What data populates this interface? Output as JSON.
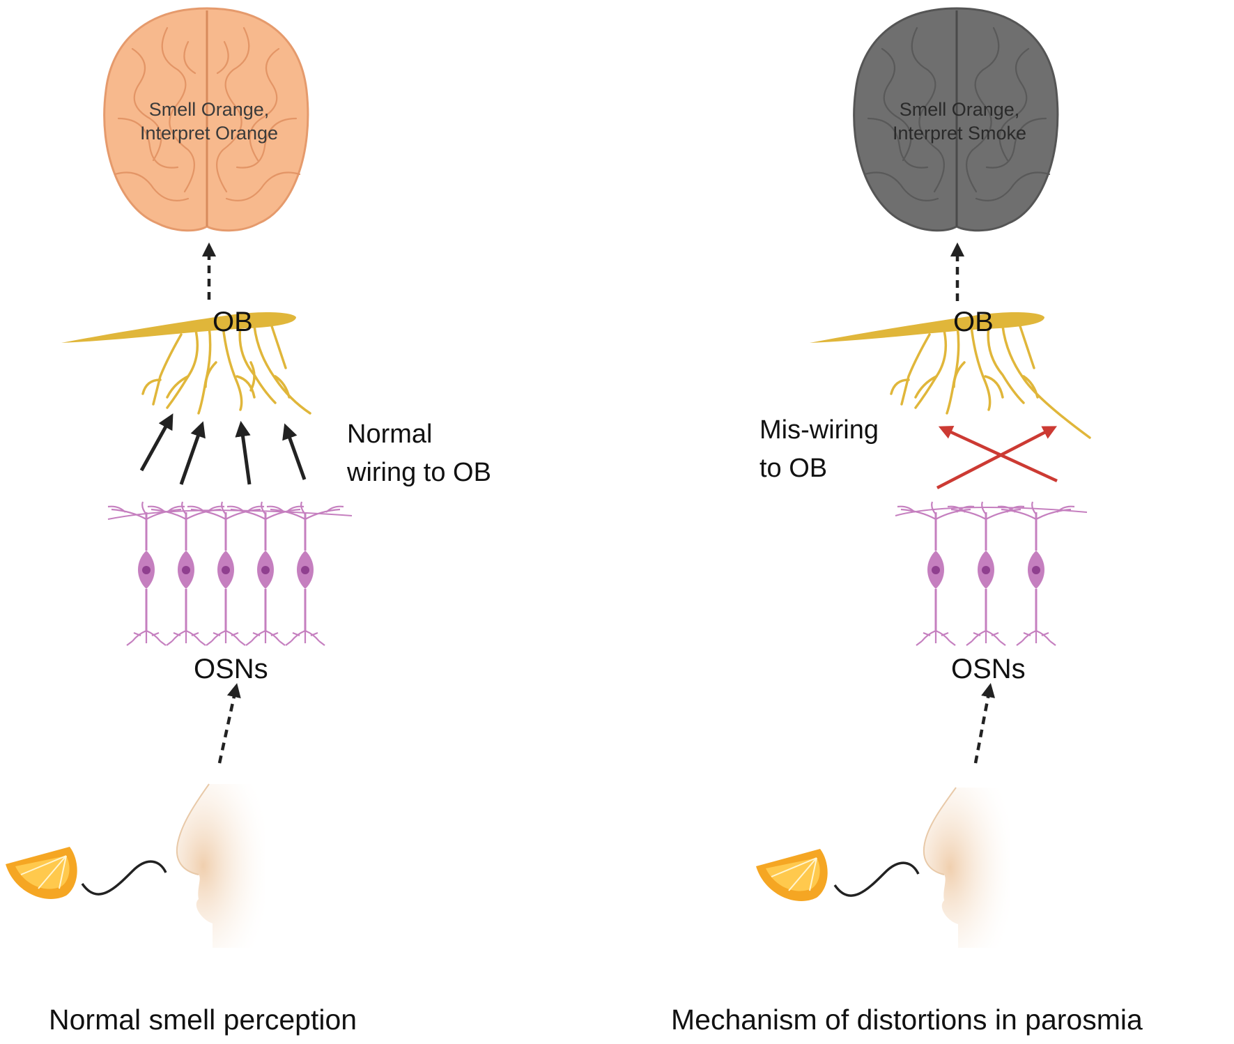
{
  "left_panel": {
    "brain_text_1": "Smell Orange,",
    "brain_text_2": "Interpret Orange",
    "brain_color": "#f7b98d",
    "ob_label": "OB",
    "wiring_line_1": "Normal",
    "wiring_line_2": "wiring to OB",
    "osn_label": "OSNs",
    "osn_count": 5,
    "caption": "Normal smell perception"
  },
  "right_panel": {
    "brain_text_1": "Smell Orange,",
    "brain_text_2": "Interpret Smoke",
    "brain_color": "#6f6f6f",
    "ob_label": "OB",
    "wiring_line_1": "Mis-wiring",
    "wiring_line_2": "to OB",
    "osn_label": "OSNs",
    "osn_count": 3,
    "caption": "Mechanism of distortions in parosmia"
  },
  "colors": {
    "olfactory_bulb": "#e0b63a",
    "neuron": "#c57fbf",
    "nucleus": "#8f3f8f",
    "miswiring_arrow": "#cc3a33",
    "arrow": "#222222",
    "skin": "#f1d4b6",
    "orange": "#f5a623"
  }
}
